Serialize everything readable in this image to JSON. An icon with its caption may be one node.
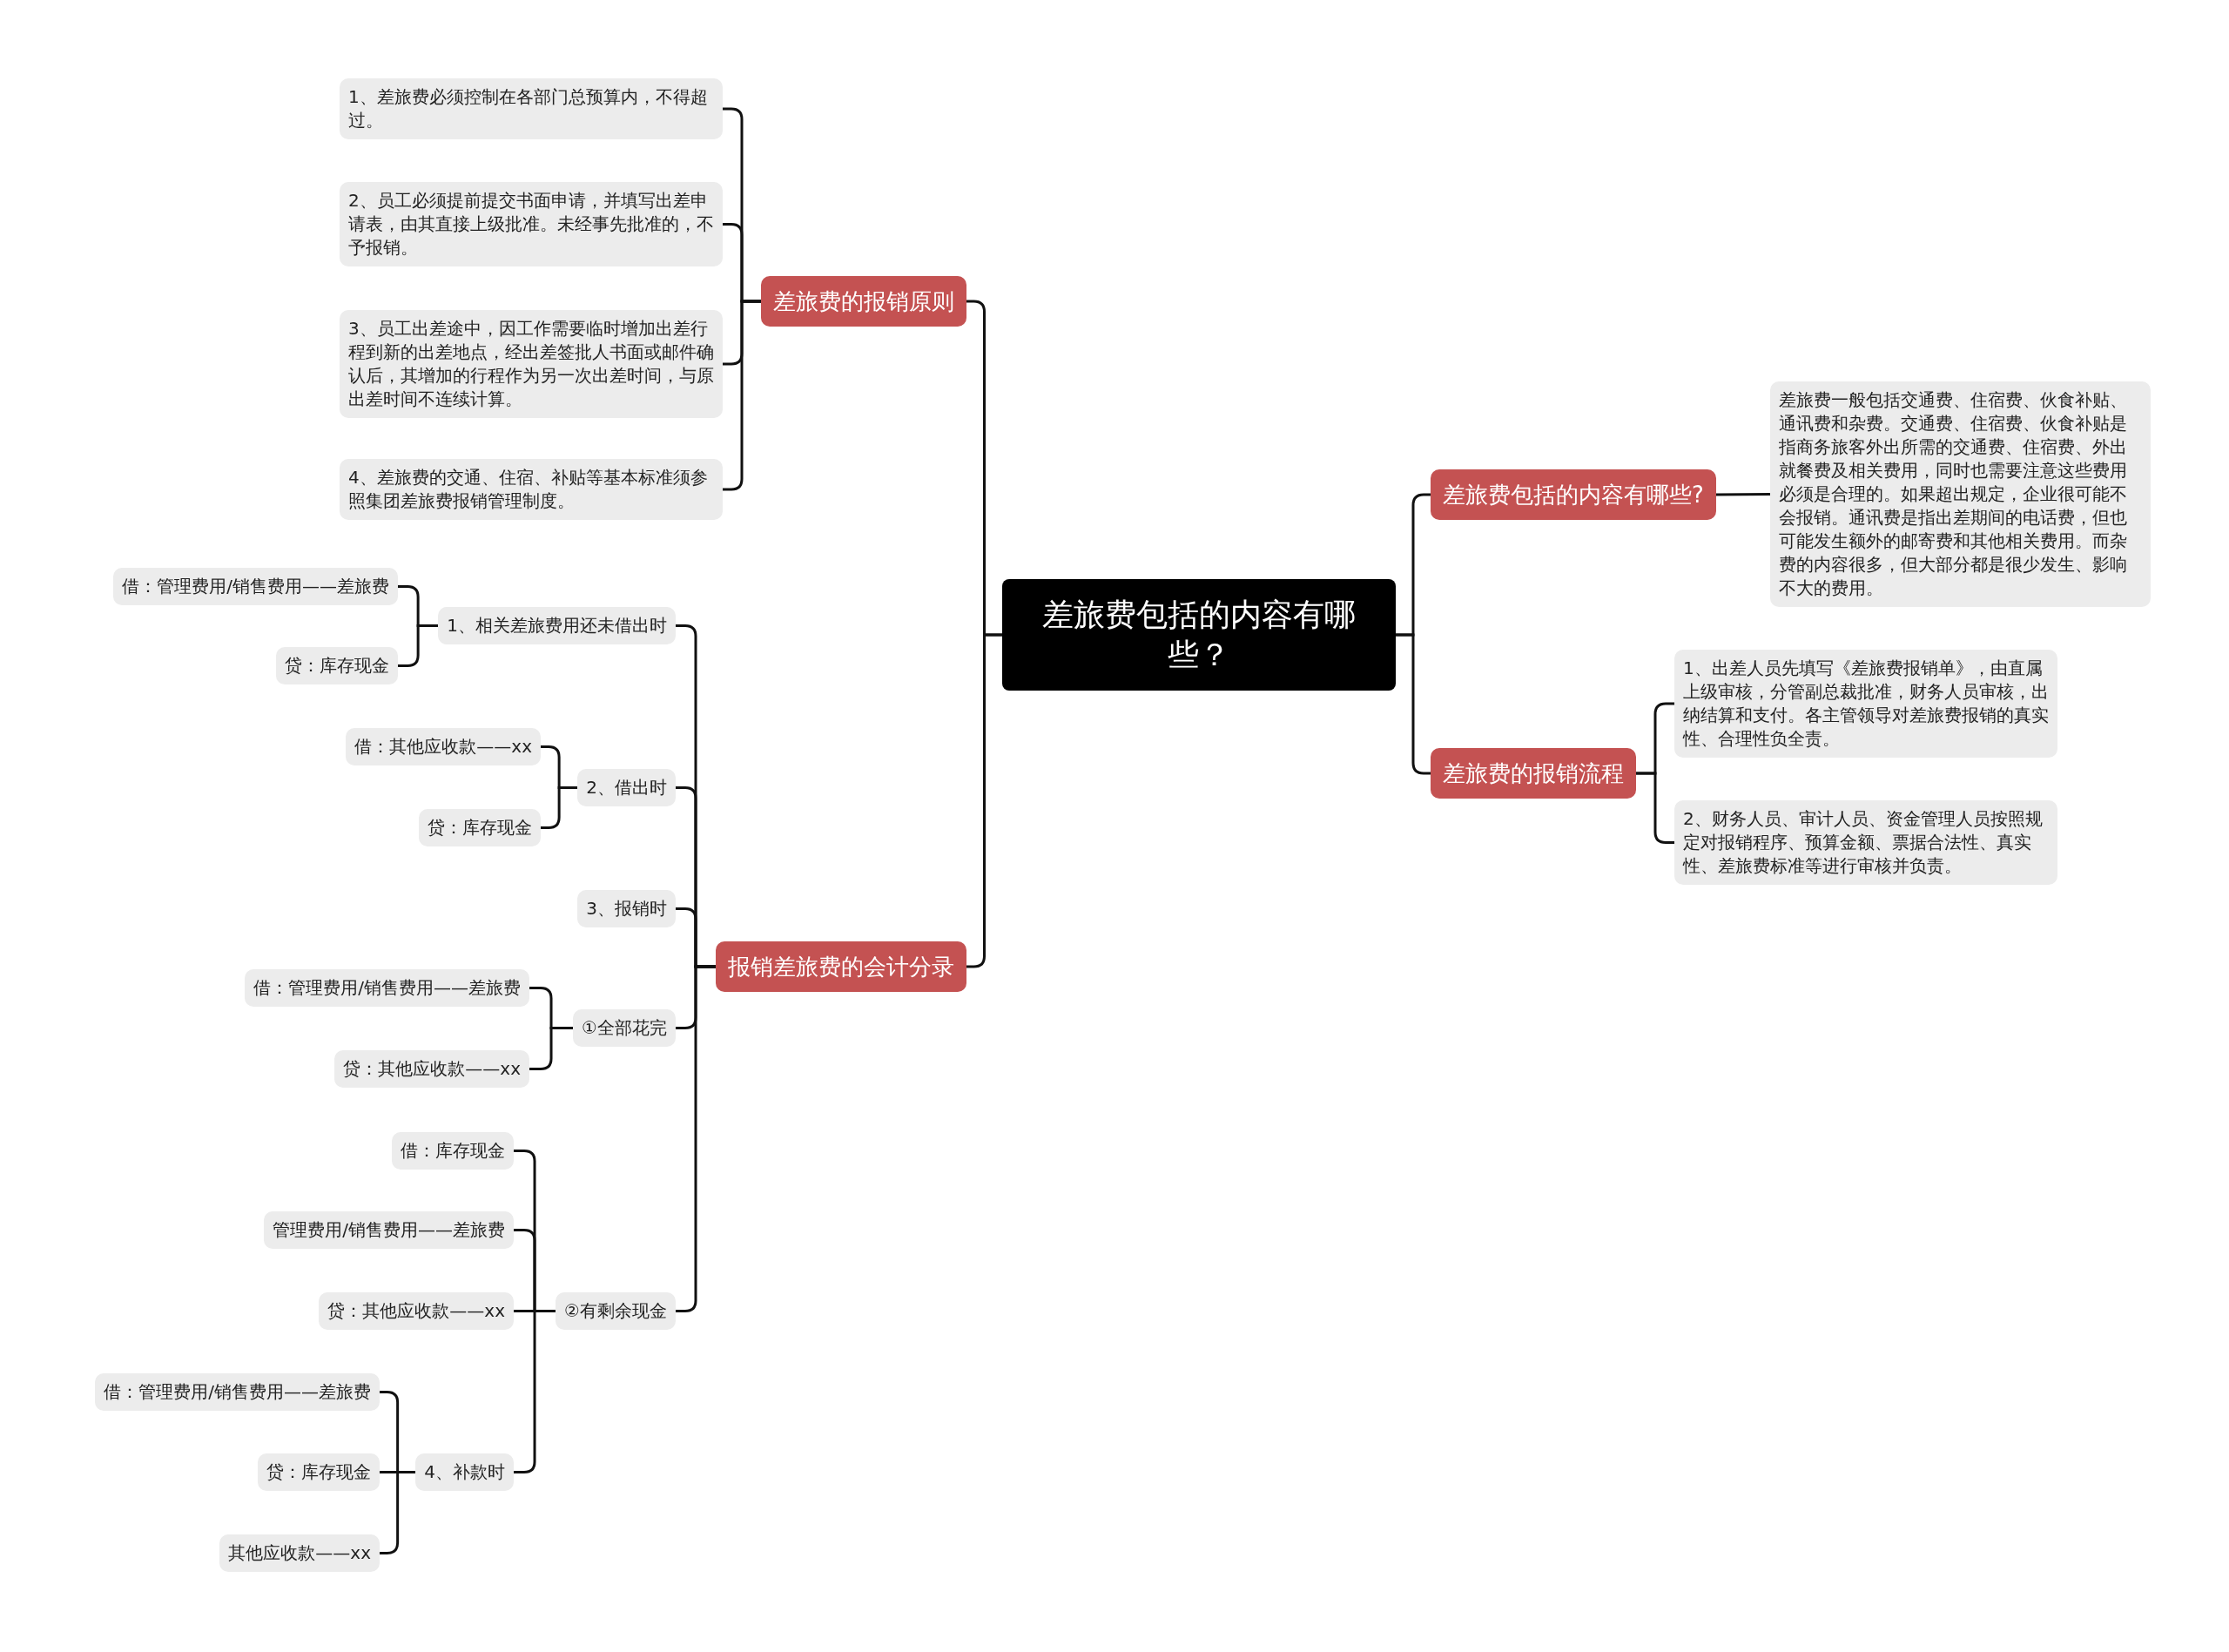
{
  "diagram": {
    "nodes": [
      {
        "text": [
          "差旅费包括的内容有哪些？"
        ]
      },
      {
        "text": [
          "差旅费的报销原则"
        ]
      },
      {
        "text": [
          "1、差旅费必须控制在各部门总预算内，不得超过。"
        ]
      },
      {
        "text": [
          "2、员工必须提前提交书面申请，并填写出差申请表，由其直接上级批准。未经事先批准的，不予报销。"
        ]
      },
      {
        "text": [
          "3、员工出差途中，因工作需要临时增加出差行程到新的出差地点，经出差签批人书面或邮件确认后，其增加的行程作为另一次出差时间，与原出差时间不连续计算。"
        ]
      },
      {
        "text": [
          "4、差旅费的交通、住宿、补贴等基本标准须参照集团差旅费报销管理制度。"
        ]
      },
      {
        "text": [
          "报销差旅费的会计分录"
        ]
      },
      {
        "text": [
          "1、相关差旅费用还未借出时"
        ]
      },
      {
        "text": [
          "借：管理费用/销售费用——差旅费"
        ]
      },
      {
        "text": [
          "贷：库存现金"
        ]
      },
      {
        "text": [
          "2、借出时"
        ]
      },
      {
        "text": [
          "借：其他应收款——xx"
        ]
      },
      {
        "text": [
          "贷：库存现金"
        ]
      },
      {
        "text": [
          "3、报销时"
        ]
      },
      {
        "text": [
          "①全部花完"
        ]
      },
      {
        "text": [
          "借：管理费用/销售费用——差旅费"
        ]
      },
      {
        "text": [
          "贷：其他应收款——xx"
        ]
      },
      {
        "text": [
          "②有剩余现金"
        ]
      },
      {
        "text": [
          "借：库存现金"
        ]
      },
      {
        "text": [
          "管理费用/销售费用——差旅费"
        ]
      },
      {
        "text": [
          "贷：其他应收款——xx"
        ]
      },
      {
        "text": [
          "4、补款时"
        ]
      },
      {
        "text": [
          "借：管理费用/销售费用——差旅费"
        ]
      },
      {
        "text": [
          "贷：库存现金"
        ]
      },
      {
        "text": [
          "其他应收款——xx"
        ]
      },
      {
        "text": [
          "差旅费包括的内容有哪些?"
        ]
      },
      {
        "text": [
          "差旅费一般包括交通费、住宿费、伙食补贴、通讯费和杂费。交通费、住宿费、伙食补贴是指商务旅客外出所需的交通费、住宿费、外出就餐费及相关费用，同时也需要注意这些费用必须是合理的。如果超出规定，企业很可能不会报销。通讯费是指出差期间的电话费，但也可能发生额外的邮寄费和其他相关费用。而杂费的内容很多，但大部分都是很少发生、影响不大的费用。"
        ]
      },
      {
        "text": [
          "差旅费的报销流程"
        ]
      },
      {
        "text": [
          "1、出差人员先填写《差旅费报销单》，由直属上级审核，分管副总裁批准，财务人员审核，出纳结算和支付。各主管领导对差旅费报销的真实性、合理性负全责。"
        ]
      },
      {
        "text": [
          "2、财务人员、审计人员、资金管理人员按照规定对报销程序、预算金额、票据合法性、真实性、差旅费标准等进行审核并负责。"
        ]
      }
    ],
    "edges": [
      {
        "from": 0,
        "to": 1,
        "arrow": "none"
      },
      {
        "from": 1,
        "to": 2,
        "arrow": "none"
      },
      {
        "from": 1,
        "to": 3,
        "arrow": "none"
      },
      {
        "from": 1,
        "to": 4,
        "arrow": "none"
      },
      {
        "from": 1,
        "to": 5,
        "arrow": "none"
      },
      {
        "from": 0,
        "to": 6,
        "arrow": "none"
      },
      {
        "from": 6,
        "to": 7,
        "arrow": "none"
      },
      {
        "from": 7,
        "to": 8,
        "arrow": "none"
      },
      {
        "from": 7,
        "to": 9,
        "arrow": "none"
      },
      {
        "from": 6,
        "to": 10,
        "arrow": "none"
      },
      {
        "from": 10,
        "to": 11,
        "arrow": "none"
      },
      {
        "from": 10,
        "to": 12,
        "arrow": "none"
      },
      {
        "from": 6,
        "to": 13,
        "arrow": "none"
      },
      {
        "from": 6,
        "to": 14,
        "arrow": "none"
      },
      {
        "from": 14,
        "to": 15,
        "arrow": "none"
      },
      {
        "from": 14,
        "to": 16,
        "arrow": "none"
      },
      {
        "from": 6,
        "to": 17,
        "arrow": "none"
      },
      {
        "from": 17,
        "to": 18,
        "arrow": "none"
      },
      {
        "from": 17,
        "to": 19,
        "arrow": "none"
      },
      {
        "from": 17,
        "to": 20,
        "arrow": "none"
      },
      {
        "from": 17,
        "to": 21,
        "arrow": "none"
      },
      {
        "from": 21,
        "to": 22,
        "arrow": "none"
      },
      {
        "from": 21,
        "to": 23,
        "arrow": "none"
      },
      {
        "from": 21,
        "to": 24,
        "arrow": "none"
      },
      {
        "from": 0,
        "to": 25,
        "arrow": "none"
      },
      {
        "from": 25,
        "to": 26,
        "arrow": "none"
      },
      {
        "from": 0,
        "to": 27,
        "arrow": "none"
      },
      {
        "from": 27,
        "to": 28,
        "arrow": "none"
      },
      {
        "from": 27,
        "to": 29,
        "arrow": "none"
      }
    ]
  }
}
